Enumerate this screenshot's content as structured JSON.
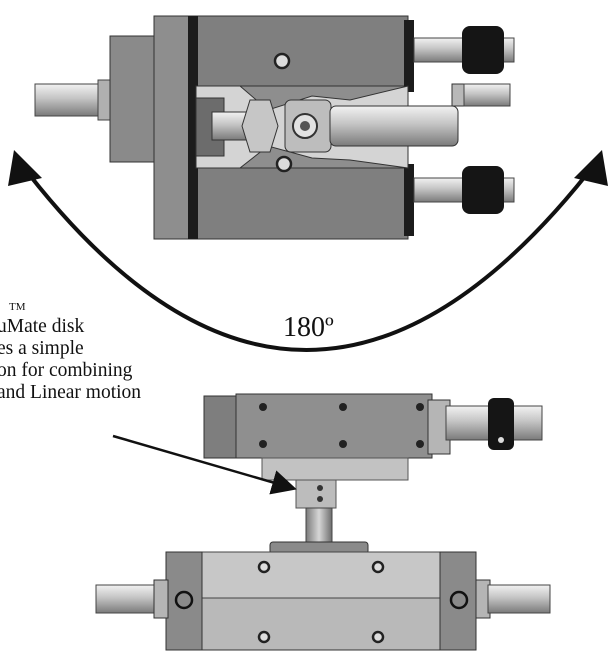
{
  "figure": {
    "angle_label": "180º",
    "trademark": "TM",
    "callout_lines": [
      "uMate disk",
      "es a simple",
      "on for combining",
      "and Linear motion"
    ]
  },
  "colors": {
    "body_gray": "#8e8e8e",
    "light_gray": "#c9c9c9",
    "dark_gray": "#5f5f5f",
    "steel": "#d8d8d8",
    "black": "#111111"
  }
}
